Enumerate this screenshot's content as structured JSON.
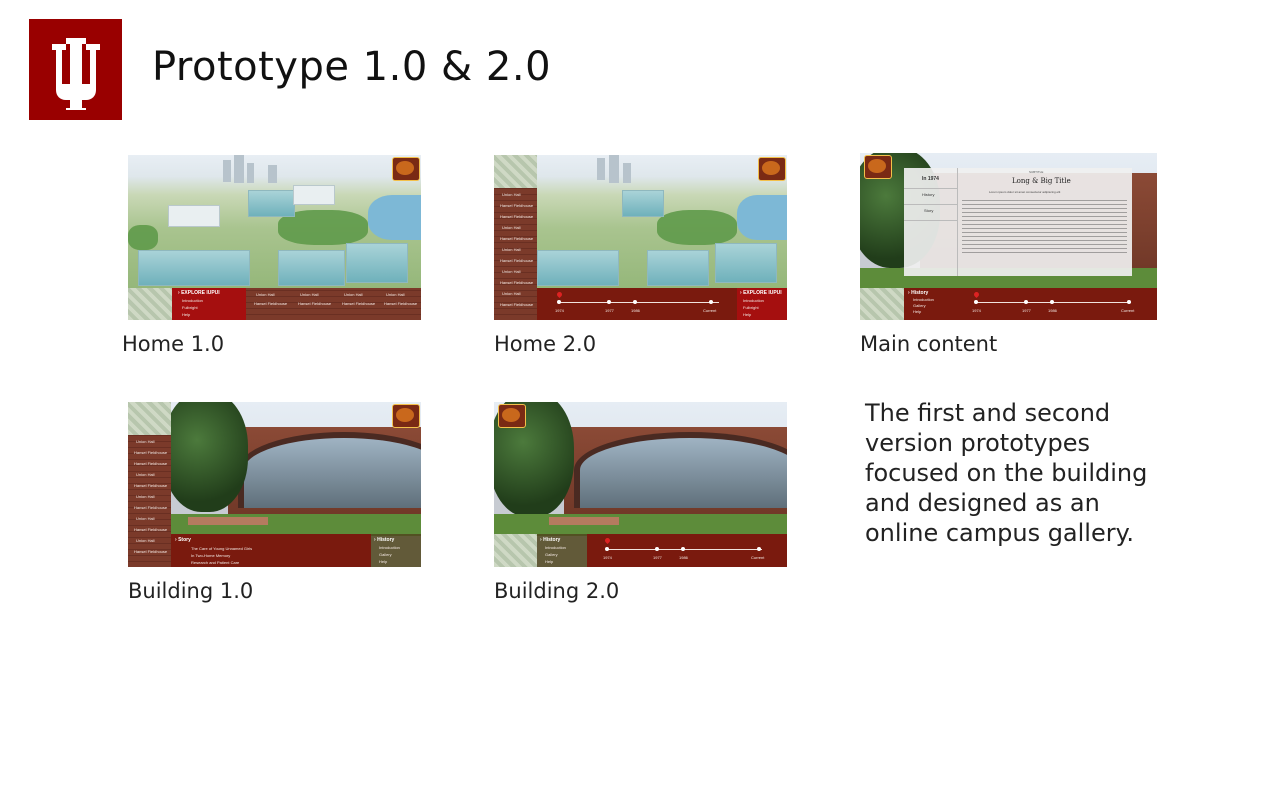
{
  "title": "Prototype 1.0 & 2.0",
  "logo_icon": "iu-trident-logo",
  "brand_color": "#990000",
  "thumbnails": {
    "home1": {
      "caption": "Home 1.0",
      "menu_head": "EXPLORE IUPUI",
      "menu_items": [
        "Introduction",
        "Fulbright",
        "Help"
      ]
    },
    "home2": {
      "caption": "Home 2.0",
      "years": [
        "1974",
        "1977",
        "1986",
        "Current"
      ],
      "menu_head": "EXPLORE IUPUI",
      "menu_items": [
        "Introduction",
        "Fulbright",
        "Help"
      ]
    },
    "main": {
      "caption": "Main content",
      "side_year": "In 1974",
      "side_items": [
        "History",
        "Story"
      ],
      "overline": "SUBTITLE",
      "heading": "Long & Big Title",
      "subhead": "Lorem ipsum dolor sit amet consectetur adipiscing elit",
      "nav_head": "History",
      "nav_items": [
        "Introduction",
        "Gallery",
        "Help"
      ],
      "years": [
        "1974",
        "1977",
        "1986",
        "Current"
      ]
    },
    "building1": {
      "caption": "Building 1.0",
      "story_head": "Story",
      "story_items": [
        "The Care of Young Unnamed Girls",
        "In Two-Home Memory",
        "Research and Patient Care"
      ],
      "nav_head": "History",
      "nav_items": [
        "Introduction",
        "Gallery",
        "Help"
      ]
    },
    "building2": {
      "caption": "Building 2.0",
      "nav_head": "History",
      "nav_items": [
        "Introduction",
        "Gallery",
        "Help"
      ],
      "years": [
        "1974",
        "1977",
        "1986",
        "Current"
      ]
    }
  },
  "side_list_items": [
    "Union Hall",
    "Hansel Fieldhouse",
    "Hansel Fieldhouse",
    "Union Hall",
    "Hansel Fieldhouse",
    "Union Hall",
    "Hansel Fieldhouse",
    "Union Hall",
    "Hansel Fieldhouse",
    "Union Hall",
    "Hansel Fieldhouse"
  ],
  "description": "The first and second version prototypes focused on the building and designed as an online campus gallery."
}
